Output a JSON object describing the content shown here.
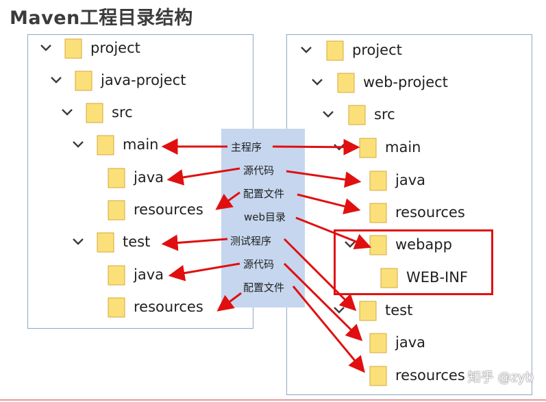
{
  "title": "Maven工程目录结构",
  "left_tree": [
    {
      "label": "project",
      "chevron": true
    },
    {
      "label": "java-project",
      "chevron": true
    },
    {
      "label": "src",
      "chevron": true
    },
    {
      "label": "main",
      "chevron": true
    },
    {
      "label": "java",
      "chevron": false
    },
    {
      "label": "resources",
      "chevron": false
    },
    {
      "label": "test",
      "chevron": true
    },
    {
      "label": "java",
      "chevron": false
    },
    {
      "label": "resources",
      "chevron": false
    }
  ],
  "right_tree": [
    {
      "label": "project",
      "chevron": true
    },
    {
      "label": "web-project",
      "chevron": true
    },
    {
      "label": "src",
      "chevron": true
    },
    {
      "label": "main",
      "chevron": true
    },
    {
      "label": "java",
      "chevron": false
    },
    {
      "label": "resources",
      "chevron": false
    },
    {
      "label": "webapp",
      "chevron": true
    },
    {
      "label": "WEB-INF",
      "chevron": false
    },
    {
      "label": "test",
      "chevron": true
    },
    {
      "label": "java",
      "chevron": false
    },
    {
      "label": "resources",
      "chevron": false
    }
  ],
  "legend": [
    "主程序",
    "源代码",
    "配置文件",
    "web目录",
    "测试程序",
    "源代码",
    "配置文件"
  ],
  "watermark": "知乎 @zyb",
  "colors": {
    "arrow": "#e01010",
    "legend_bg": "#c5d6ee",
    "folder_fill": "#fbe07a",
    "folder_stroke": "#d6a93a",
    "panel_border": "#8fa7c4"
  }
}
